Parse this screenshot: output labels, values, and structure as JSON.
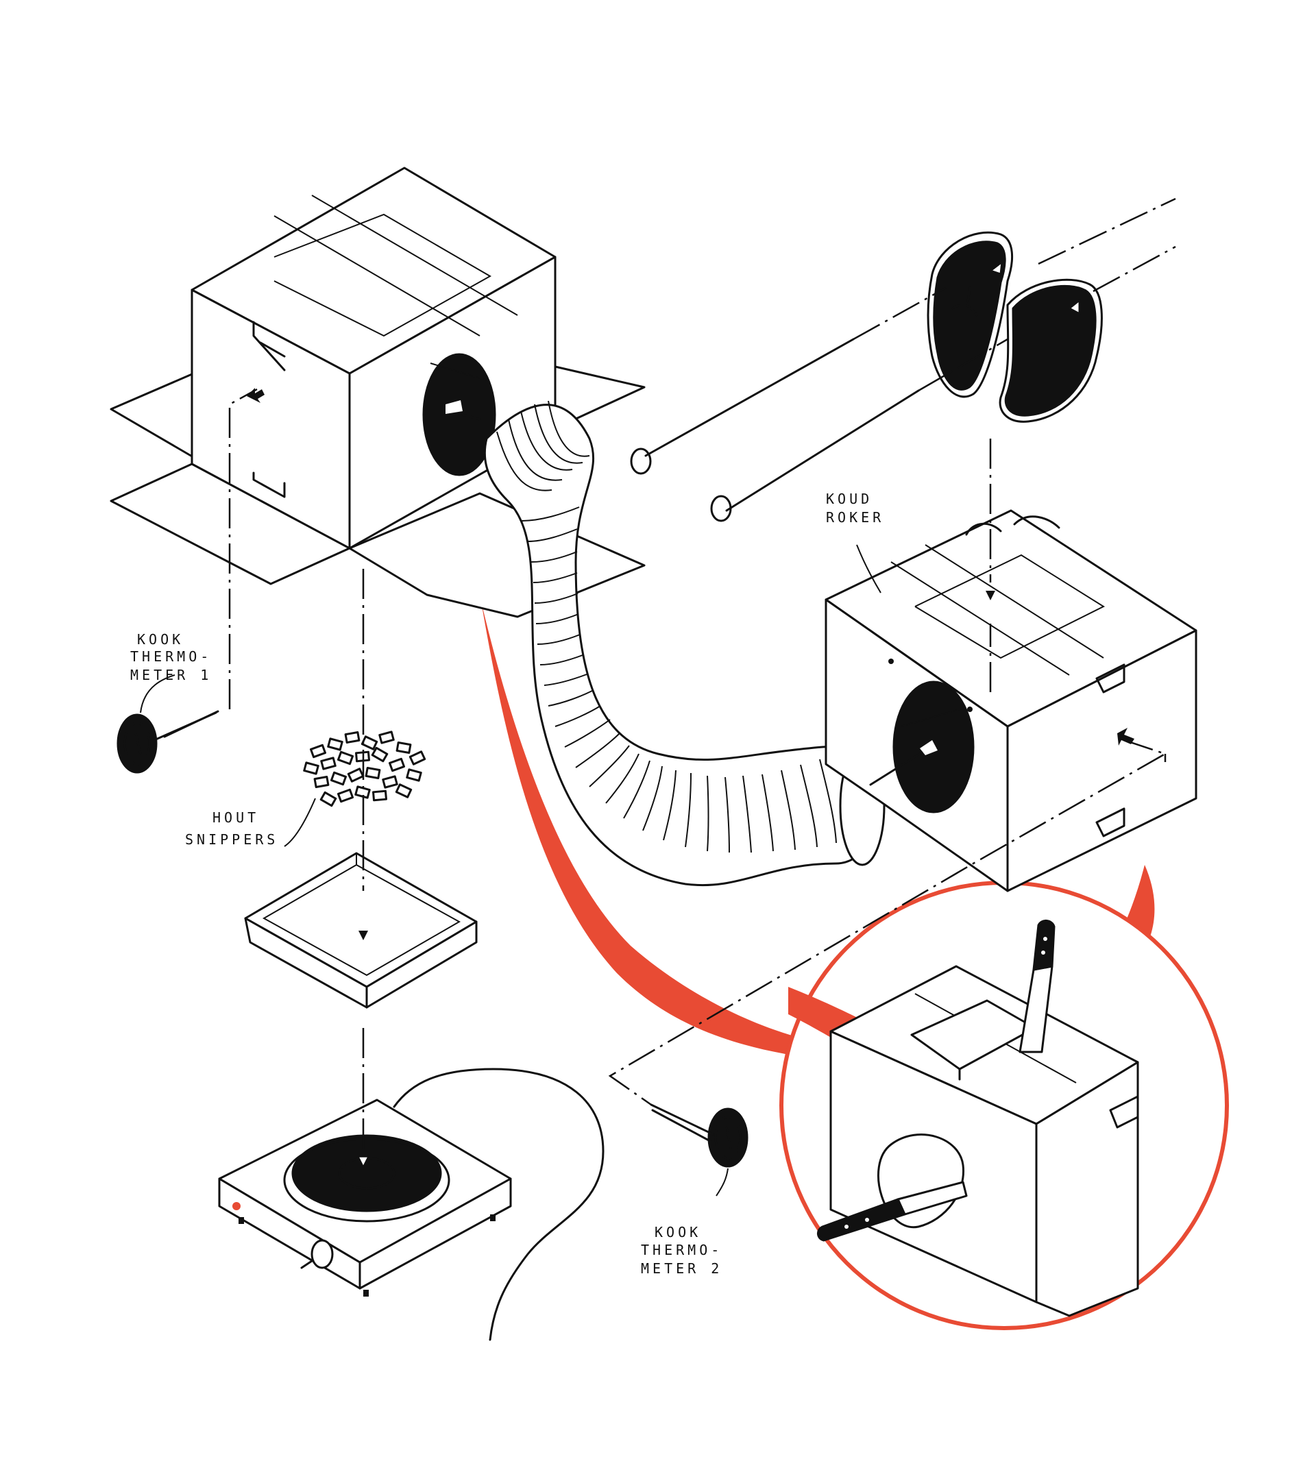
{
  "labels": {
    "kook_thermometer_1": [
      "KOOK",
      "THERMO-",
      "METER 1"
    ],
    "hout_snippers": [
      "HOUT",
      "SNIPPERS"
    ],
    "koud_roker": [
      "KOUD",
      "ROKER"
    ],
    "kook_thermometer_2": [
      "KOOK",
      "THERMO-",
      "METER 2"
    ]
  },
  "colors": {
    "accent": "#e84b34",
    "ink": "#111111",
    "background": "#ffffff"
  },
  "icons": [
    "cardboard-box-icon",
    "flexible-duct-icon",
    "steak-icon",
    "skewer-icon",
    "meat-thermometer-icon",
    "wood-chips-icon",
    "tray-icon",
    "hot-plate-icon",
    "knife-icon"
  ]
}
